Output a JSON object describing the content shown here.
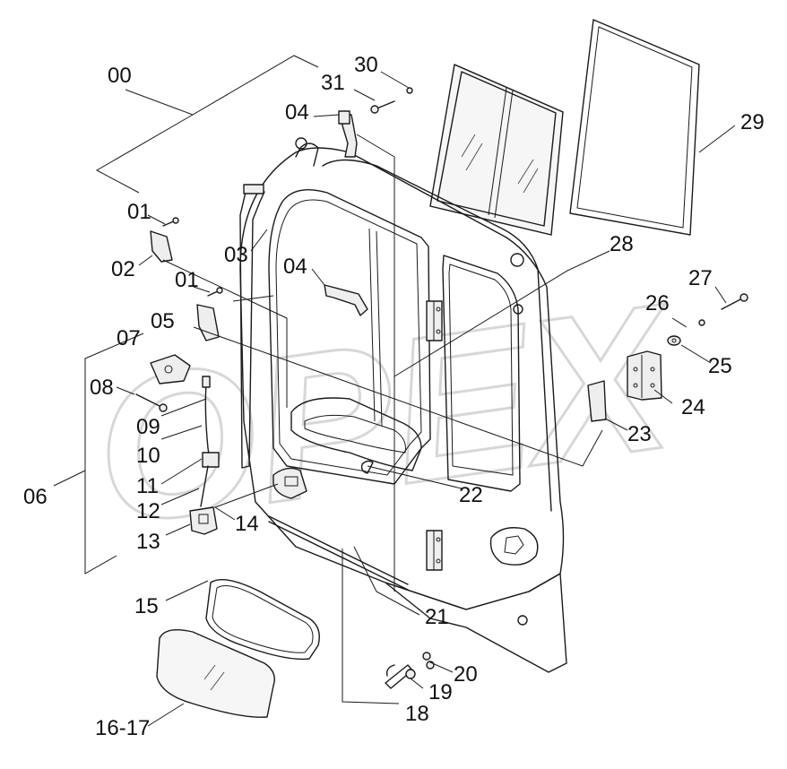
{
  "watermark": "OPEX",
  "callouts": [
    {
      "id": "c00",
      "text": "00"
    },
    {
      "id": "c31",
      "text": "31"
    },
    {
      "id": "c30",
      "text": "30"
    },
    {
      "id": "c04a",
      "text": "04"
    },
    {
      "id": "c29",
      "text": "29"
    },
    {
      "id": "c01a",
      "text": "01"
    },
    {
      "id": "c02",
      "text": "02"
    },
    {
      "id": "c03",
      "text": "03"
    },
    {
      "id": "c04b",
      "text": "04"
    },
    {
      "id": "c28",
      "text": "28"
    },
    {
      "id": "c27",
      "text": "27"
    },
    {
      "id": "c01b",
      "text": "01"
    },
    {
      "id": "c05",
      "text": "05"
    },
    {
      "id": "c26",
      "text": "26"
    },
    {
      "id": "c07",
      "text": "07"
    },
    {
      "id": "c25",
      "text": "25"
    },
    {
      "id": "c08",
      "text": "08"
    },
    {
      "id": "c24",
      "text": "24"
    },
    {
      "id": "c09",
      "text": "09"
    },
    {
      "id": "c23",
      "text": "23"
    },
    {
      "id": "c10",
      "text": "10"
    },
    {
      "id": "c06",
      "text": "06"
    },
    {
      "id": "c11",
      "text": "11"
    },
    {
      "id": "c22",
      "text": "22"
    },
    {
      "id": "c12",
      "text": "12"
    },
    {
      "id": "c14",
      "text": "14"
    },
    {
      "id": "c13",
      "text": "13"
    },
    {
      "id": "c15",
      "text": "15"
    },
    {
      "id": "c21",
      "text": "21"
    },
    {
      "id": "c20",
      "text": "20"
    },
    {
      "id": "c19",
      "text": "19"
    },
    {
      "id": "c18",
      "text": "18"
    },
    {
      "id": "c1617",
      "text": "16-17"
    }
  ]
}
